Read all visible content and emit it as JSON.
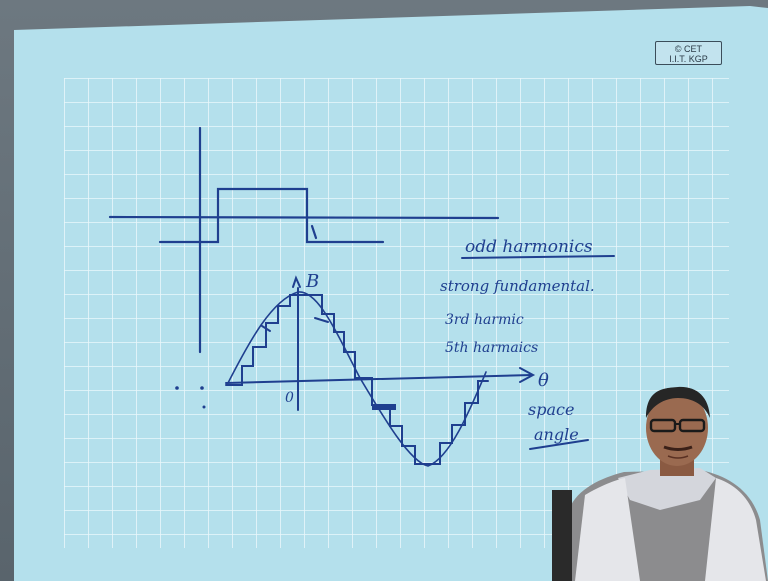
{
  "watermark": {
    "line1": "© CET",
    "line2": "I.I.T. KGP"
  },
  "notes": {
    "heading": "odd harmonics",
    "line1": "strong fundamental.",
    "line2": "3rd harmic",
    "line3": "5th harmaics"
  },
  "axis_labels": {
    "y": "B",
    "x": "θ",
    "origin": "0",
    "x_caption_1": "space",
    "x_caption_2": "angle"
  },
  "colors": {
    "board": "#b7e3ee",
    "grid": "#e9f7fb",
    "ink": "#1f3f8f",
    "frame": "#6a747c"
  }
}
